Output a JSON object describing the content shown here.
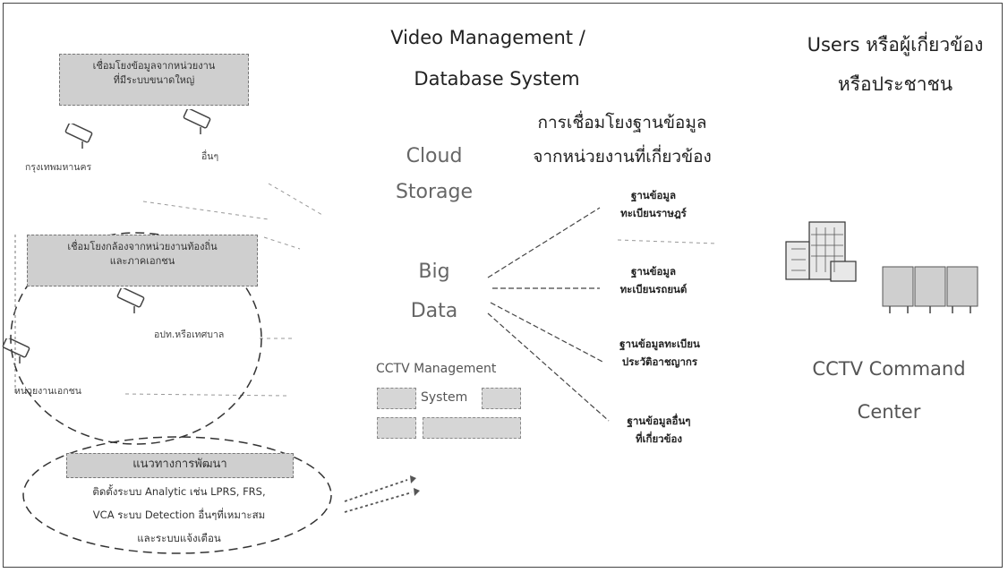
{
  "headings": {
    "video_mgmt_line1": "Video Management /",
    "video_mgmt_line2": "Database System",
    "users_line1": "Users หรือผู้เกี่ยวข้อง",
    "users_line2": "หรือประชาชน",
    "link_db_line1": "การเชื่อมโยงฐานข้อมูล",
    "link_db_line2": "จากหน่วยงานที่เกี่ยวข้อง"
  },
  "left": {
    "box1_line1": "เชื่อมโยงข้อมูลจากหน่วยงาน",
    "box1_line2": "ที่มีระบบขนาดใหญ่",
    "label_bangkok": "กรุงเทพมหานคร",
    "label_other": "อื่นๆ",
    "box2_line1": "เชื่อมโยงกล้องจากหน่วยงานท้องถิ่น",
    "box2_line2": "และภาคเอกชน",
    "label_local": "อปท.หรือเทศบาล",
    "label_private": "หน่วยงานเอกชน"
  },
  "center": {
    "cloud_line1": "Cloud",
    "cloud_line2": "Storage",
    "big_line1": "Big",
    "big_line2": "Data",
    "cctv_mgmt": "CCTV Management",
    "system": "System"
  },
  "databases": [
    {
      "line1": "ฐานข้อมูล",
      "line2": "ทะเบียนราษฎร์"
    },
    {
      "line1": "ฐานข้อมูล",
      "line2": "ทะเบียนรถยนต์"
    },
    {
      "line1": "ฐานข้อมูลทะเบียน",
      "line2": "ประวัติอาชญากร"
    },
    {
      "line1": "ฐานข้อมูลอื่นๆ",
      "line2": "ที่เกี่ยวข้อง"
    }
  ],
  "command": {
    "line1": "CCTV Command",
    "line2": "Center"
  },
  "development": {
    "title": "แนวทางการพัฒนา",
    "line1": "ติดตั้งระบบ Analytic เช่น LPRS, FRS,",
    "line2": "VCA ระบบ Detection อื่นๆที่เหมาะสม",
    "line3": "และระบบแจ้งเตือน"
  },
  "icons": [
    "cctv-camera-icon",
    "building-icon",
    "monitor-wall-icon"
  ]
}
